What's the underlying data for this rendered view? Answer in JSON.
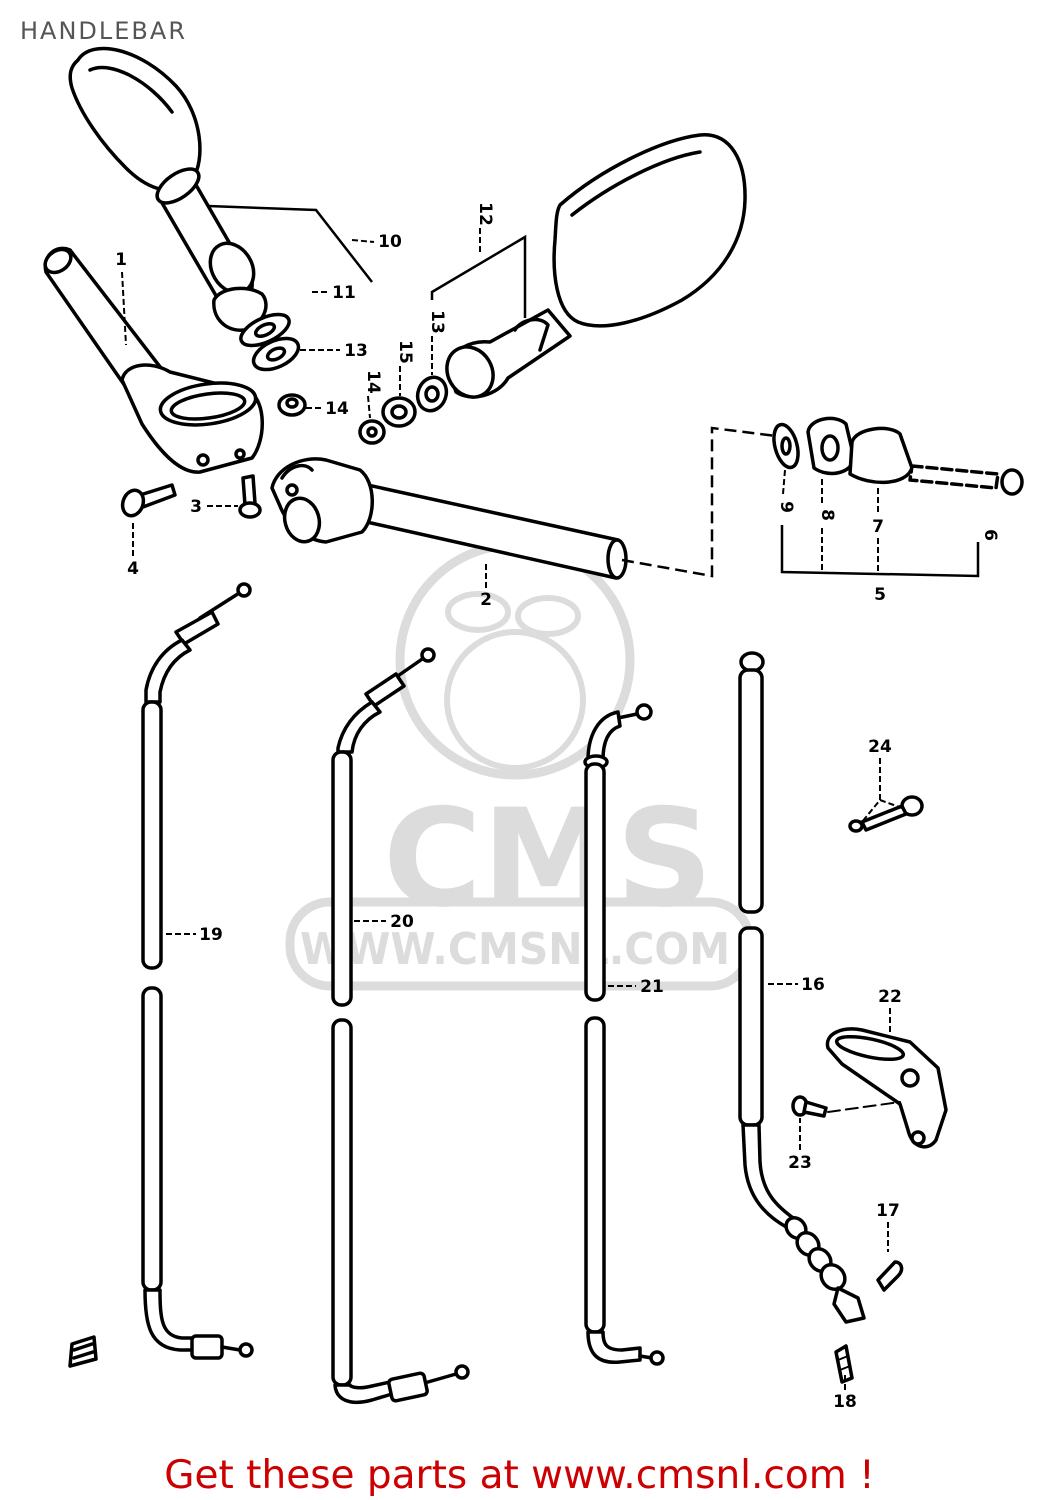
{
  "title": "HANDLEBAR",
  "footer": "Get these parts at www.cmsnl.com !",
  "watermark": {
    "logo": "CMS",
    "url": "WWW.CMSNL.COM"
  },
  "callouts": [
    "1",
    "2",
    "3",
    "4",
    "5",
    "6",
    "7",
    "8",
    "9",
    "10",
    "11",
    "12",
    "13",
    "13",
    "14",
    "14",
    "15",
    "16",
    "17",
    "18",
    "19",
    "20",
    "21",
    "22",
    "23",
    "24"
  ],
  "colors": {
    "linework": "#000000",
    "footer": "#cc0000",
    "title": "#555555",
    "watermark": "#dcdcdc"
  }
}
